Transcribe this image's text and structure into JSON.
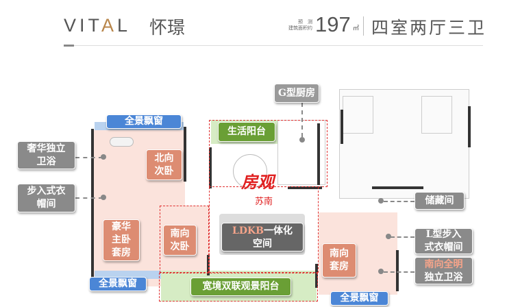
{
  "header": {
    "brand_en_pre": "VIT",
    "brand_en_a": "A",
    "brand_en_post": "L",
    "brand_cn": "怀璟",
    "area_label_top": "预　测",
    "area_label_bottom": "建筑面积约",
    "area_value": "197",
    "area_unit": "㎡",
    "layout": "四室两厅三卫"
  },
  "labels": {
    "bay_window_top": "全景飘窗",
    "bay_window_bottom_left": "全景飘窗",
    "bay_window_bottom_right": "全景飘窗",
    "luxury_bath": "奢华独立卫浴",
    "walk_in_closet": "步入式衣帽间",
    "north_bedroom": "北向次卧",
    "master_suite": "豪华主卧套房",
    "south_bedroom": "南向次卧",
    "utility_balcony": "生活阳台",
    "g_kitchen": "G型厨房",
    "ldkb_hl": "LDKB",
    "ldkb_rest": "一体化空间",
    "view_balcony": "宽境双联观景阳台",
    "storage": "储藏间",
    "l_closet": "L型步入式衣帽间",
    "south_bath_hl": "南向全明",
    "south_bath_rest": "独立卫浴",
    "south_suite": "南向套房"
  },
  "watermark": {
    "main": "房观",
    "sub": "苏南"
  },
  "colors": {
    "gray": "#8a8a8a",
    "salmon": "#dd8c72",
    "green": "#6a9f35",
    "blue": "#4b86d6",
    "accent": "#b8864b"
  }
}
